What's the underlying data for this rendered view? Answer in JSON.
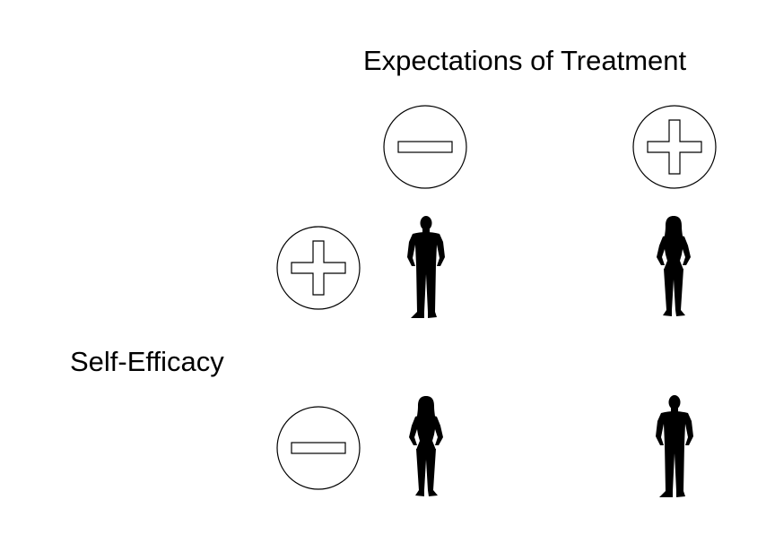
{
  "x_axis": {
    "title": "Expectations of Treatment",
    "levels": [
      "minus",
      "plus"
    ]
  },
  "y_axis": {
    "title": "Self-Efficacy",
    "levels": [
      "plus",
      "minus"
    ]
  },
  "cells": [
    {
      "x_level": "minus",
      "y_level": "plus",
      "figure": "man-silhouette-icon"
    },
    {
      "x_level": "plus",
      "y_level": "plus",
      "figure": "woman-silhouette-icon"
    },
    {
      "x_level": "minus",
      "y_level": "minus",
      "figure": "woman-silhouette-icon"
    },
    {
      "x_level": "plus",
      "y_level": "minus",
      "figure": "man-silhouette-icon"
    }
  ],
  "colors": {
    "figure": "#000000",
    "symbol_stroke": "#000000",
    "background": "#ffffff"
  }
}
